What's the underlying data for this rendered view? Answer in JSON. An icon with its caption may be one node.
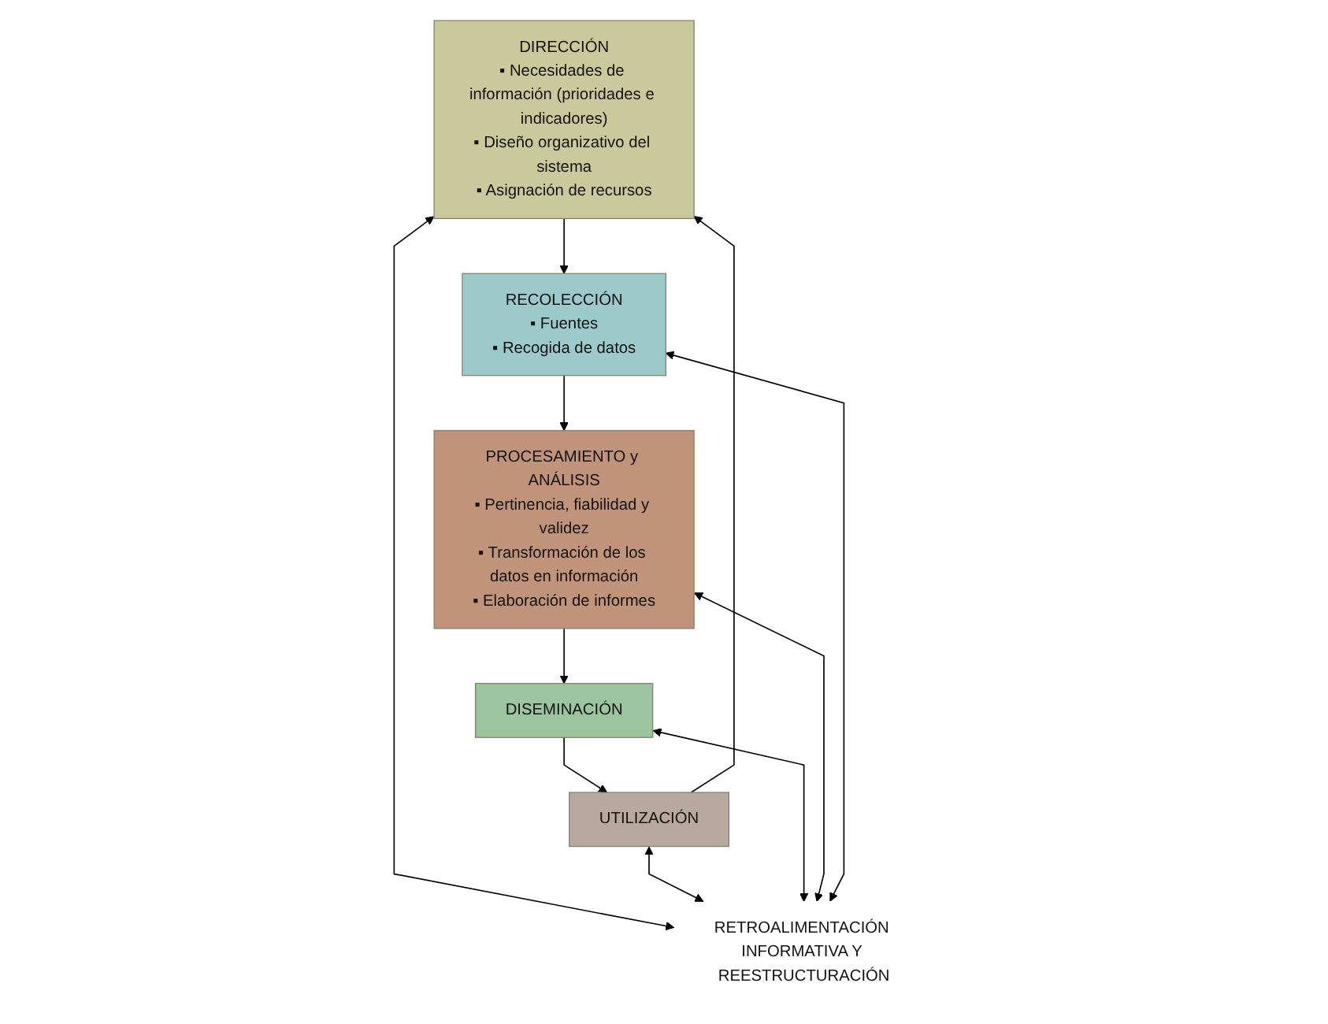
{
  "diagram": {
    "nodes": [
      {
        "text": [
          "DIRECCIÓN",
          "▪ Necesidades de información (prioridades e indicadores)",
          "▪ Diseño organizativo del sistema",
          "▪ Asignación de recursos"
        ]
      },
      {
        "text": [
          "RECOLECCIÓN",
          "▪ Fuentes",
          "▪ Recogida de datos"
        ]
      },
      {
        "text": [
          "PROCESAMIENTO y ANÁLISIS",
          "▪ Pertinencia, fiabilidad y validez",
          "▪ Transformación de los datos en información",
          "▪ Elaboración de informes"
        ]
      },
      {
        "text": [
          "DISEMINACIÓN"
        ]
      },
      {
        "text": [
          "UTILIZACIÓN"
        ]
      },
      {
        "text": [
          "RETROALIMENTACIÓN INFORMATIVA Y REESTRUCTURACIÓN"
        ]
      }
    ],
    "edges": [
      {
        "from": 0,
        "to": 1,
        "arrow": "to"
      },
      {
        "from": 1,
        "to": 2,
        "arrow": "to"
      },
      {
        "from": 2,
        "to": 3,
        "arrow": "to"
      },
      {
        "from": 3,
        "to": 4,
        "arrow": "to"
      },
      {
        "from": 4,
        "to": 0,
        "arrow": "to"
      },
      {
        "from": 0,
        "to": 5,
        "arrow": "both"
      },
      {
        "from": 4,
        "to": 5,
        "arrow": "both"
      },
      {
        "from": 5,
        "to": 1,
        "arrow": "both"
      },
      {
        "from": 3,
        "to": 5,
        "arrow": "both"
      },
      {
        "from": 2,
        "to": 5,
        "arrow": "both"
      }
    ]
  }
}
